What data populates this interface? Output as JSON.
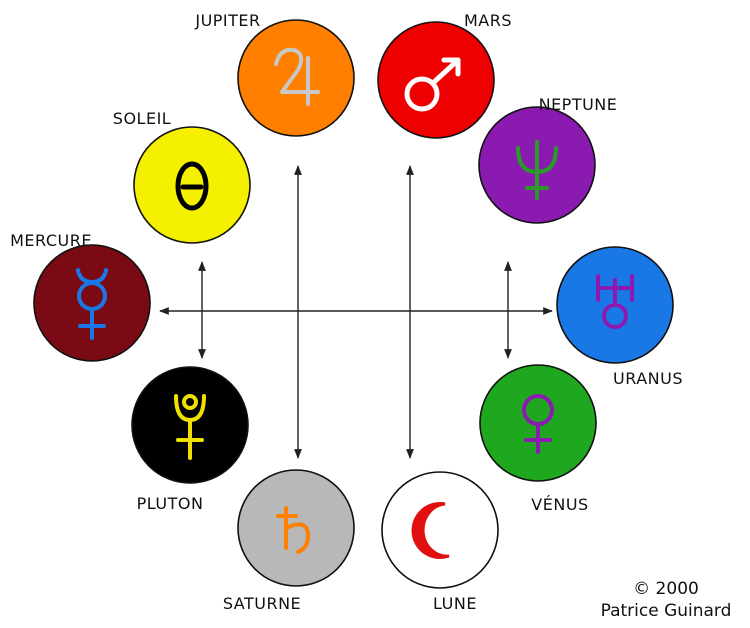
{
  "planets": [
    {
      "id": "jupiter",
      "label": "JUPITER",
      "color": "#ff7f00",
      "glyph_color": "#c8c8c8",
      "icon": "jupiter-icon"
    },
    {
      "id": "mars",
      "label": "MARS",
      "color": "#ee0000",
      "glyph_color": "#ffffff",
      "icon": "mars-icon"
    },
    {
      "id": "neptune",
      "label": "NEPTUNE",
      "color": "#8a1ab0",
      "glyph_color": "#2a9a2a",
      "icon": "neptune-icon"
    },
    {
      "id": "uranus",
      "label": "URANUS",
      "color": "#1a78e6",
      "glyph_color": "#8a1ab0",
      "icon": "uranus-icon"
    },
    {
      "id": "venus",
      "label": "VÉNUS",
      "color": "#1fa81f",
      "glyph_color": "#8a1ab0",
      "icon": "venus-icon"
    },
    {
      "id": "lune",
      "label": "LUNE",
      "color": "#ffffff",
      "glyph_color": "#e01010",
      "icon": "moon-icon"
    },
    {
      "id": "saturne",
      "label": "SATURNE",
      "color": "#b8b8b8",
      "glyph_color": "#ff7f00",
      "icon": "saturn-icon"
    },
    {
      "id": "pluton",
      "label": "PLUTON",
      "color": "#000000",
      "glyph_color": "#f0e000",
      "icon": "pluto-icon"
    },
    {
      "id": "mercure",
      "label": "MERCURE",
      "color": "#7a0a14",
      "glyph_color": "#1a78e6",
      "icon": "mercury-icon"
    },
    {
      "id": "soleil",
      "label": "SOLEIL",
      "color": "#f5f000",
      "glyph_color": "#000000",
      "icon": "sun-icon"
    }
  ],
  "credit": {
    "line1": "© 2000",
    "line2": "Patrice Guinard"
  }
}
